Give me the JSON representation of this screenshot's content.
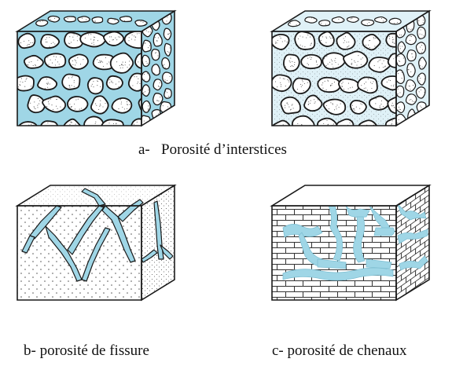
{
  "captions": {
    "a": "a-   Porosité d’interstices",
    "b": "b- porosité de fissure",
    "c": "c- porosité de chenaux"
  },
  "colors": {
    "water": "#9fd6e6",
    "outline": "#1a1a1a",
    "paper": "#ffffff",
    "stipple": "#555555"
  },
  "panels": [
    {
      "id": "a1",
      "kind": "granular-saturated"
    },
    {
      "id": "a2",
      "kind": "granular-partial"
    },
    {
      "id": "b",
      "kind": "fractured-rock"
    },
    {
      "id": "c",
      "kind": "brick-channels"
    }
  ]
}
